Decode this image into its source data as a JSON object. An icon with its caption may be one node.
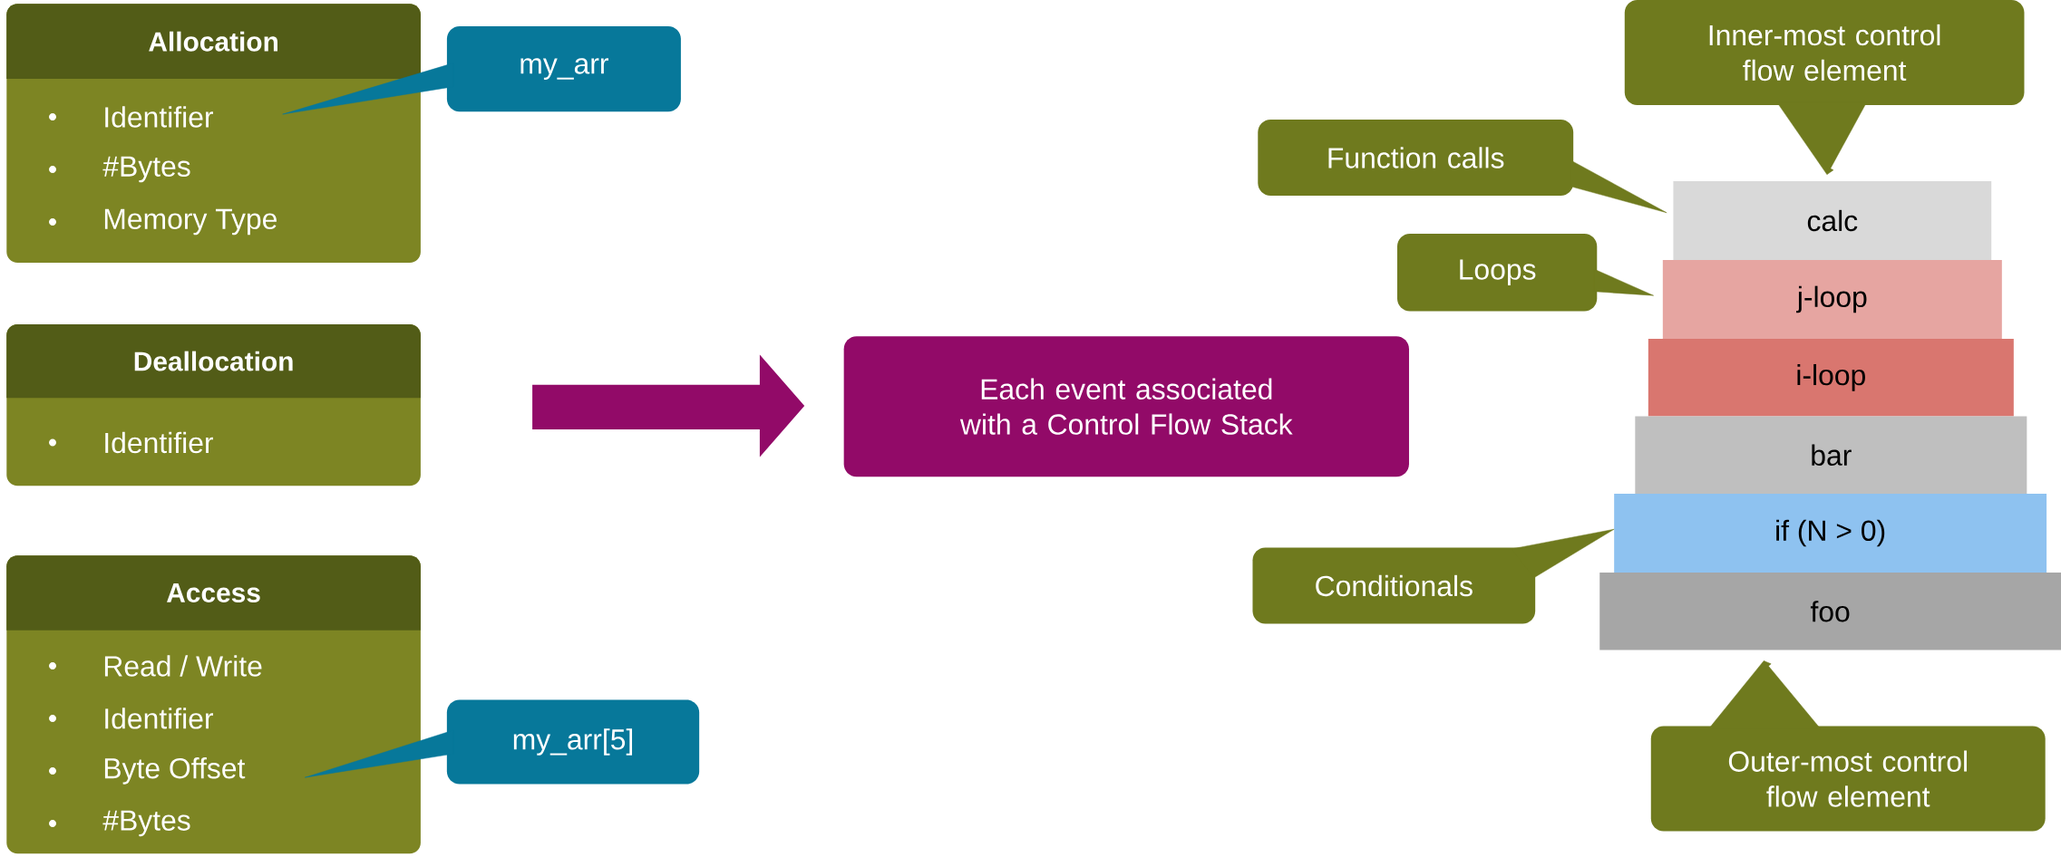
{
  "diagram": {
    "nodes": [
      {
        "text": [
          "Allocation",
          "Identifier",
          "#Bytes",
          "Memory Type"
        ]
      },
      {
        "text": [
          "my_arr"
        ]
      },
      {
        "text": [
          "Deallocation",
          "Identifier"
        ]
      },
      {
        "text": [
          "Access",
          "Read / Write",
          "Identifier",
          "Byte Offset",
          "#Bytes"
        ]
      },
      {
        "text": [
          "my_arr[5]"
        ]
      },
      {
        "text": [
          "Each event associated with a Control Flow Stack"
        ]
      },
      {
        "text": [
          "Inner-most control flow element"
        ]
      },
      {
        "text": [
          "Function calls"
        ]
      },
      {
        "text": [
          "calc"
        ]
      },
      {
        "text": [
          "Loops"
        ]
      },
      {
        "text": [
          "j-loop"
        ]
      },
      {
        "text": [
          "i-loop"
        ]
      },
      {
        "text": [
          "bar"
        ]
      },
      {
        "text": [
          "Conditionals"
        ]
      },
      {
        "text": [
          "if (N > 0)"
        ]
      },
      {
        "text": [
          "foo"
        ]
      },
      {
        "text": [
          "Outer-most control flow element"
        ]
      }
    ],
    "edges": [
      {
        "from": 1,
        "to": 0,
        "arrow": "none"
      },
      {
        "from": 4,
        "to": 3,
        "arrow": "none"
      },
      {
        "from": null,
        "to": 5,
        "arrow": "to",
        "style": "thick",
        "color": "#920a68"
      },
      {
        "from": 6,
        "to": 8,
        "arrow": "to"
      },
      {
        "from": 7,
        "to": 8,
        "arrow": "none"
      },
      {
        "from": 9,
        "to": 10,
        "arrow": "none"
      },
      {
        "from": 13,
        "to": 14,
        "arrow": "none"
      },
      {
        "from": 16,
        "to": 15,
        "arrow": "to"
      }
    ]
  }
}
